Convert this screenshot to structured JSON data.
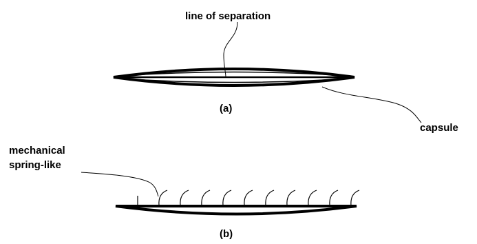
{
  "labels": {
    "line_of_separation": "line of separation",
    "capsule": "capsule",
    "mechanical": "mechanical",
    "spring_like": "spring-like",
    "panel_a": "(a)",
    "panel_b": "(b)"
  },
  "colors": {
    "stroke": "#000000",
    "background": "#ffffff"
  },
  "spring_count": 11
}
